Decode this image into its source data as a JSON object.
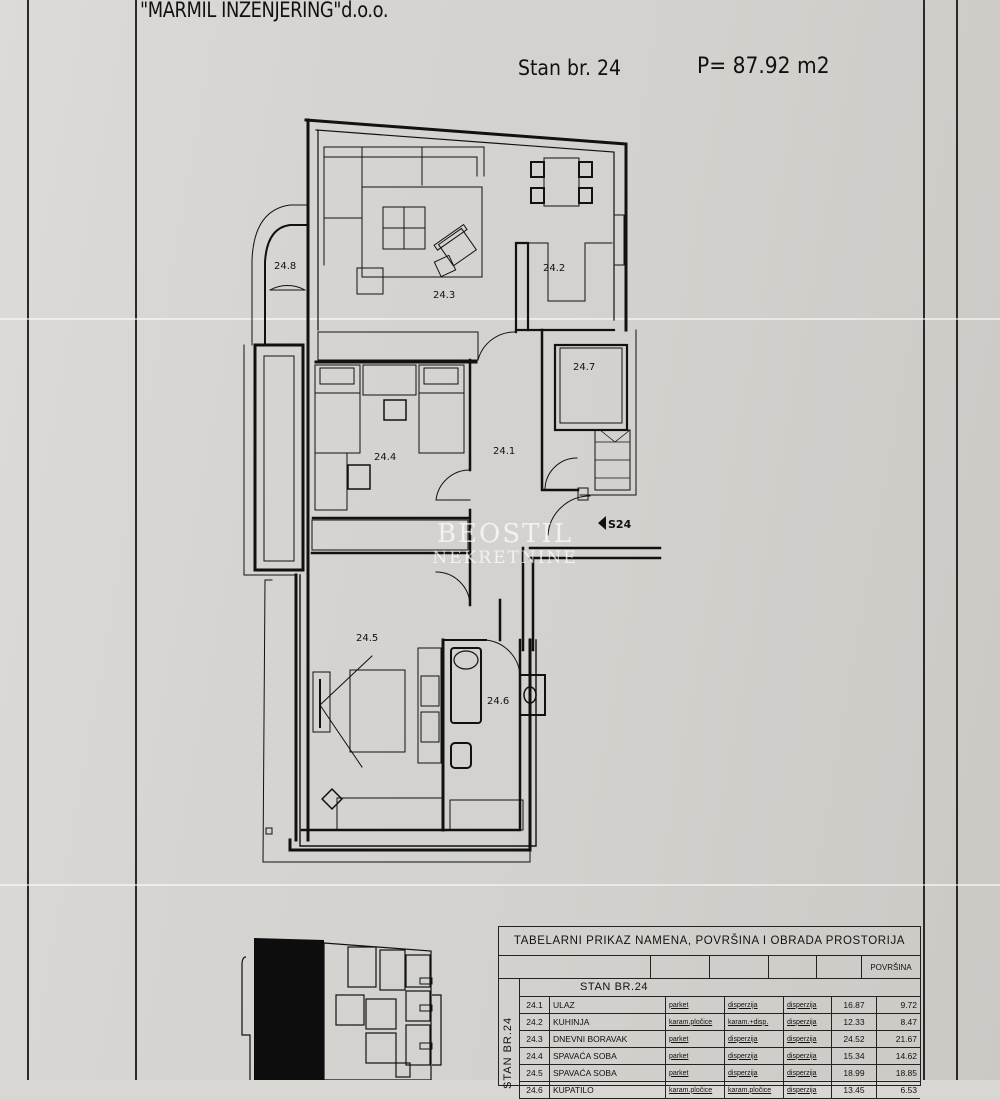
{
  "header": {
    "company": "\"MARMIL INZENJERING\"d.o.o.",
    "apartment_title": "Stan br. 24",
    "apartment_area": "P= 87.92 m2"
  },
  "plan": {
    "rooms": [
      {
        "id": "24.1",
        "label": "24.1"
      },
      {
        "id": "24.2",
        "label": "24.2"
      },
      {
        "id": "24.3",
        "label": "24.3"
      },
      {
        "id": "24.4",
        "label": "24.4"
      },
      {
        "id": "24.5",
        "label": "24.5"
      },
      {
        "id": "24.6",
        "label": "24.6"
      },
      {
        "id": "24.7",
        "label": "24.7"
      },
      {
        "id": "24.8",
        "label": "24.8"
      }
    ],
    "entry_marker": "S24",
    "watermark": {
      "line1": "BEOSTIL",
      "line2": "NEKRETNINE"
    }
  },
  "table": {
    "title": "TABELARNI PRIKAZ NAMENA, POVRŠINA I OBRADA PROSTORIJA",
    "header_last": "POVRŠINA",
    "side_label": "STAN BR.24",
    "section_label": "STAN BR.24",
    "rows": [
      {
        "no": "24.1",
        "name": "ULAZ",
        "floor": "parket",
        "walls": "disperzija",
        "ceiling": "disperzija",
        "a1": "16.87",
        "area": "9.72"
      },
      {
        "no": "24.2",
        "name": "KUHINJA",
        "floor": "karam.pločice",
        "walls": "karam.+disp.",
        "ceiling": "disperzija",
        "a1": "12.33",
        "area": "8.47"
      },
      {
        "no": "24.3",
        "name": "DNEVNI BORAVAK",
        "floor": "parket",
        "walls": "disperzija",
        "ceiling": "disperzija",
        "a1": "24.52",
        "area": "21.67"
      },
      {
        "no": "24.4",
        "name": "SPAVAĆA SOBA",
        "floor": "parket",
        "walls": "disperzija",
        "ceiling": "disperzija",
        "a1": "15.34",
        "area": "14.62"
      },
      {
        "no": "24.5",
        "name": "SPAVAĆA SOBA",
        "floor": "parket",
        "walls": "disperzija",
        "ceiling": "disperzija",
        "a1": "18.99",
        "area": "18.85"
      },
      {
        "no": "24.6",
        "name": "KUPATILO",
        "floor": "karam.pločice",
        "walls": "karam.pločice",
        "ceiling": "disperzija",
        "a1": "13.45",
        "area": "6.53"
      }
    ]
  }
}
